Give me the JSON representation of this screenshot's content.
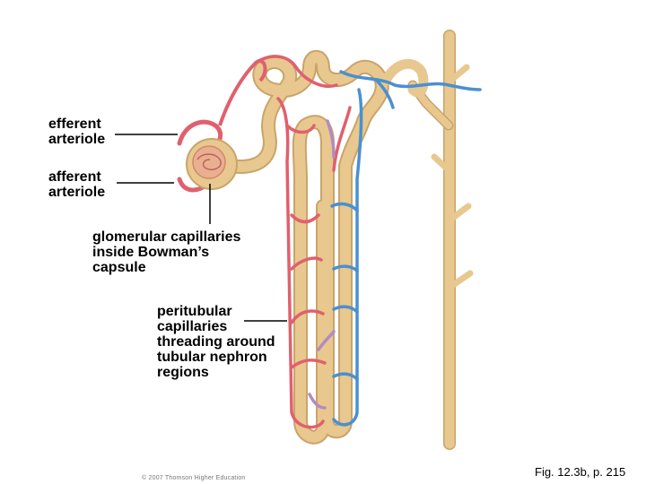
{
  "labels": {
    "efferent": "efferent\narteriole",
    "afferent": "afferent\narteriole",
    "glomerular": "glomerular capillaries\ninside Bowman’s\ncapsule",
    "peritubular": "peritubular\ncapillaries\nthreading around\ntubular nephron\nregions"
  },
  "copyright": "© 2007 Thomson Higher Education",
  "caption": "Fig. 12.3b, p. 215",
  "colors": {
    "tubule": "#e8c88e",
    "tubule_edge": "#c9a46a",
    "artery": "#e0606e",
    "vein": "#4a90d0",
    "mixed": "#b48ac0",
    "capsule": "#e8b090"
  }
}
